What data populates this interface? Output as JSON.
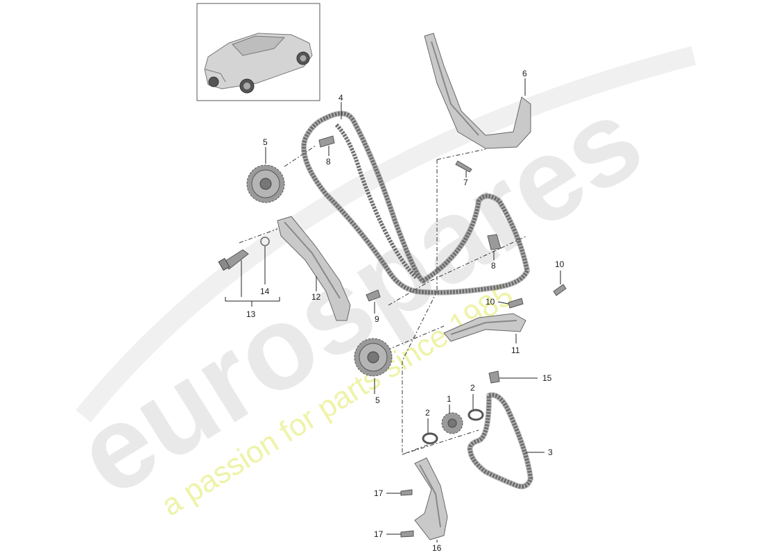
{
  "watermark": {
    "brand": "eurospares",
    "tagline": "a passion for parts since 1985"
  },
  "callouts": {
    "c1": "1",
    "c2a": "2",
    "c2b": "2",
    "c3": "3",
    "c4": "4",
    "c5a": "5",
    "c5b": "5",
    "c6": "6",
    "c7": "7",
    "c8a": "8",
    "c8b": "8",
    "c9": "9",
    "c10a": "10",
    "c10b": "10",
    "c11": "11",
    "c12": "12",
    "c13": "13",
    "c14": "14",
    "c15": "15",
    "c16": "16",
    "c17a": "17",
    "c17b": "17"
  }
}
